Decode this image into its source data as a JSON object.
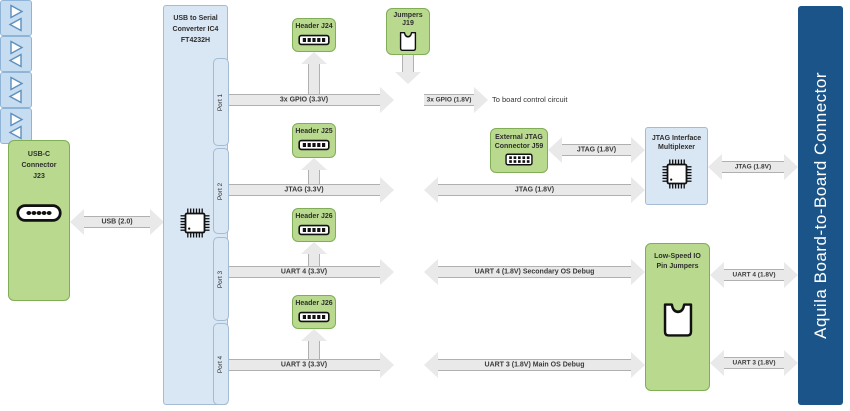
{
  "diagram": {
    "usbc_connector": {
      "lines": [
        "USB-C",
        "Connector",
        "J23"
      ]
    },
    "usb_serial_converter": {
      "lines": [
        "USB to Serial",
        "Converter IC4",
        "FT4232H"
      ],
      "ports": [
        "Port 1",
        "Port 2",
        "Port 3",
        "Port 4"
      ]
    },
    "header_j24": {
      "label": "Header J24"
    },
    "header_j25": {
      "label": "Header J25"
    },
    "header_j26_uart4": {
      "label": "Header J26"
    },
    "header_j26_uart3": {
      "label": "Header J26"
    },
    "jumpers_j19": {
      "lines": [
        "Jumpers",
        "J19"
      ]
    },
    "external_jtag": {
      "lines": [
        "External JTAG",
        "Connector J59"
      ]
    },
    "jtag_mux": {
      "lines": [
        "JTAG Interface",
        "Multiplexer"
      ]
    },
    "low_speed_io": {
      "lines": [
        "Low-Speed IO",
        "Pin Jumpers"
      ]
    },
    "board_connector": {
      "label": "Aquila Board-to-Board Connector"
    },
    "arrows": {
      "usb": "USB (2.0)",
      "gpio_33": "3x GPIO (3.3V)",
      "gpio_18": "3x GPIO (1.8V)",
      "to_board_control": "To board control circuit",
      "jtag_33": "JTAG (3.3V)",
      "jtag_18_shifter_mux": "JTAG (1.8V)",
      "jtag_18_ext": "JTAG (1.8V)",
      "jtag_18_board": "JTAG (1.8V)",
      "uart4_33": "UART 4 (3.3V)",
      "uart4_18": "UART 4 (1.8V) Secondary OS Debug",
      "uart4_18_board": "UART 4 (1.8V)",
      "uart3_33": "UART 3 (3.3V)",
      "uart3_18": "UART 3 (1.8V) Main OS Debug",
      "uart3_18_board": "UART 3 (1.8V)"
    },
    "colors": {
      "green_fill": "#b9d98e",
      "green_border": "#7fae57",
      "blue_fill": "#d9e6f3",
      "blue_border": "#a3bcd4",
      "shifter_fill": "#c6dcf0",
      "shifter_border": "#8fb4d6",
      "navy": "#1a5488",
      "arrow_fill": "#e9e9e9",
      "arrow_border": "#b0b0b0"
    }
  }
}
